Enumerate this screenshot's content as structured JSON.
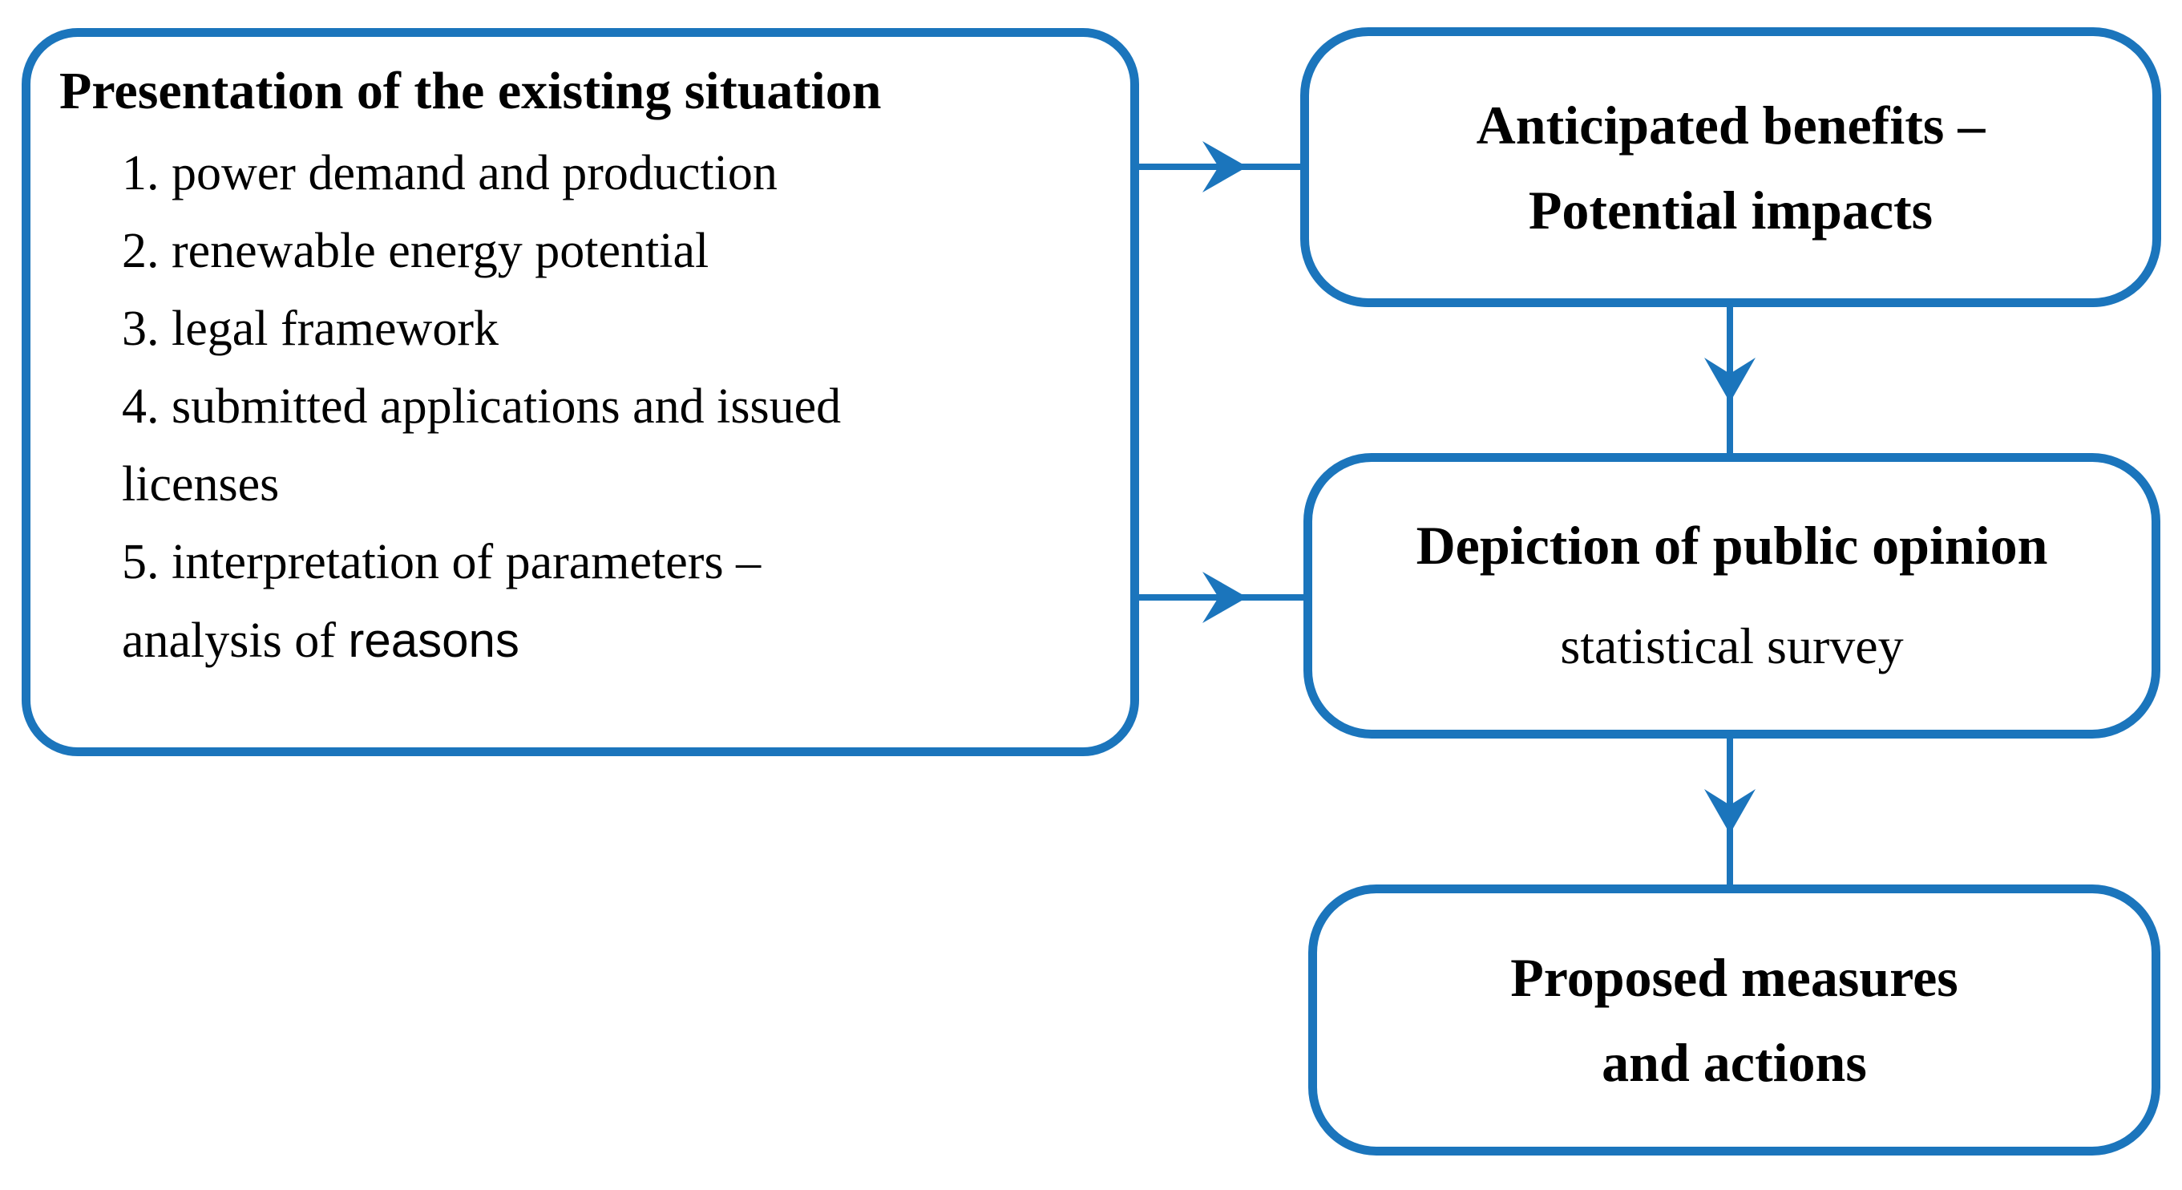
{
  "diagram": {
    "accent_color": "#1B75BC",
    "text_color": "#010101",
    "background_color": "#FFFFFF"
  },
  "presentation_box": {
    "title": "Presentation of the existing situation",
    "items": [
      "1. power demand and production",
      "2. renewable energy potential",
      "3. legal framework",
      "4. submitted applications and issued",
      "licenses",
      "5. interpretation of parameters –"
    ],
    "last_line": {
      "serif_part": "analysis of ",
      "sans_part": "reasons"
    }
  },
  "benefits_box": {
    "line1": "Anticipated benefits –",
    "line2": "Potential impacts"
  },
  "opinion_box": {
    "title": "Depiction of public opinion",
    "subtitle": "statistical survey"
  },
  "measures_box": {
    "line1": "Proposed measures",
    "line2": "and actions"
  },
  "connections": [
    {
      "from": "presentation-box",
      "to": "benefits-box",
      "direction": "right"
    },
    {
      "from": "presentation-box",
      "to": "opinion-box",
      "direction": "right"
    },
    {
      "from": "benefits-box",
      "to": "opinion-box",
      "direction": "down"
    },
    {
      "from": "opinion-box",
      "to": "measures-box",
      "direction": "down"
    }
  ]
}
